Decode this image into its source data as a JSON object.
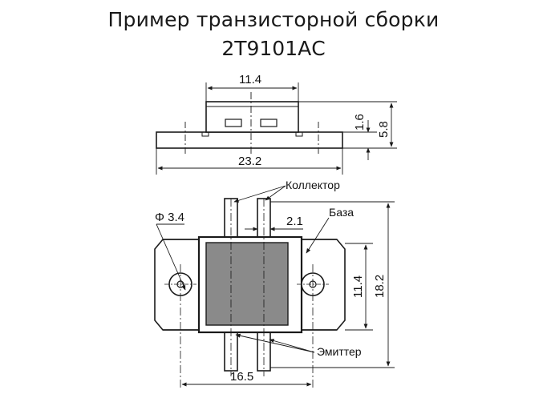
{
  "title": {
    "line1": "Пример транзисторной сборки",
    "line2": "2Т9101АС"
  },
  "top_view": {
    "dim_cap_width": "11.4",
    "dim_body_length": "23.2",
    "dim_flange": "1.6",
    "dim_height": "5.8"
  },
  "front_view": {
    "dim_hole": "Φ 3.4",
    "dim_lead_width": "2.1",
    "dim_body_height": "11.4",
    "dim_total_height": "18.2",
    "dim_hole_spacing": "16.5",
    "label_collector": "Коллектор",
    "label_base": "База",
    "label_emitter": "Эмиттер"
  },
  "colors": {
    "line": "#1a1a1a",
    "die_fill": "#8a8a8a",
    "background": "#ffffff"
  }
}
